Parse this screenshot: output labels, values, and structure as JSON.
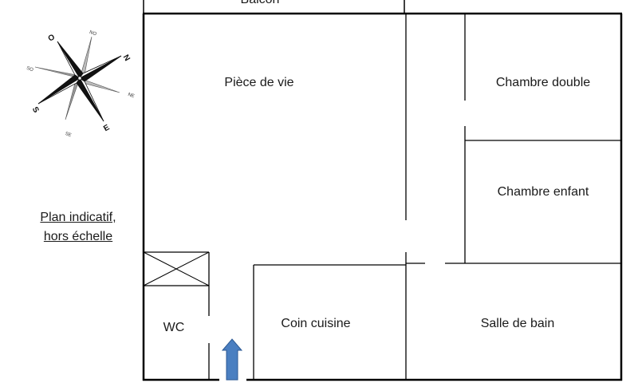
{
  "rooms": {
    "balcony": "Balcon",
    "living": "Pièce de vie",
    "double_bedroom": "Chambre double",
    "child_bedroom": "Chambre enfant",
    "wc": "WC",
    "kitchen": "Coin cuisine",
    "bathroom": "Salle de bain"
  },
  "note": {
    "line1": "Plan indicatif,",
    "line2": "hors échelle"
  },
  "compass": {
    "north": "N",
    "south": "S",
    "east": "E",
    "west": "O",
    "northeast": "NE",
    "northwest": "NO",
    "southeast": "SE",
    "southwest": "SO"
  },
  "colors": {
    "wall": "#000000",
    "entrance_arrow": "#4a7fc1"
  }
}
